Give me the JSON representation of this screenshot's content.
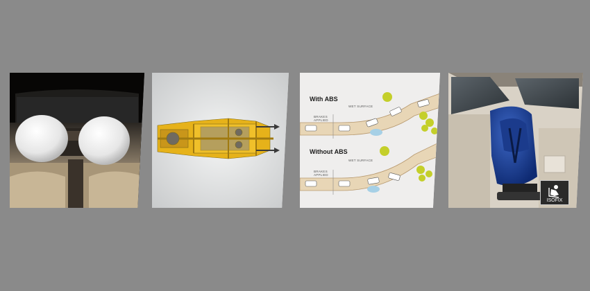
{
  "background_color": "#8a8a8a",
  "panels": [
    {
      "name": "airbags",
      "icon": "airbag-icon"
    },
    {
      "name": "chassis",
      "icon": "chassis-icon"
    },
    {
      "name": "abs",
      "with_abs_label": "With ABS",
      "without_abs_label": "Without ABS",
      "wet_surface_label": "WET SURFACE",
      "brakes_applied_line1": "BRAKES",
      "brakes_applied_line2": "APPLIED"
    },
    {
      "name": "child-seat",
      "isofix_label": "ISOFIX",
      "icon": "child-seat-icon"
    }
  ]
}
